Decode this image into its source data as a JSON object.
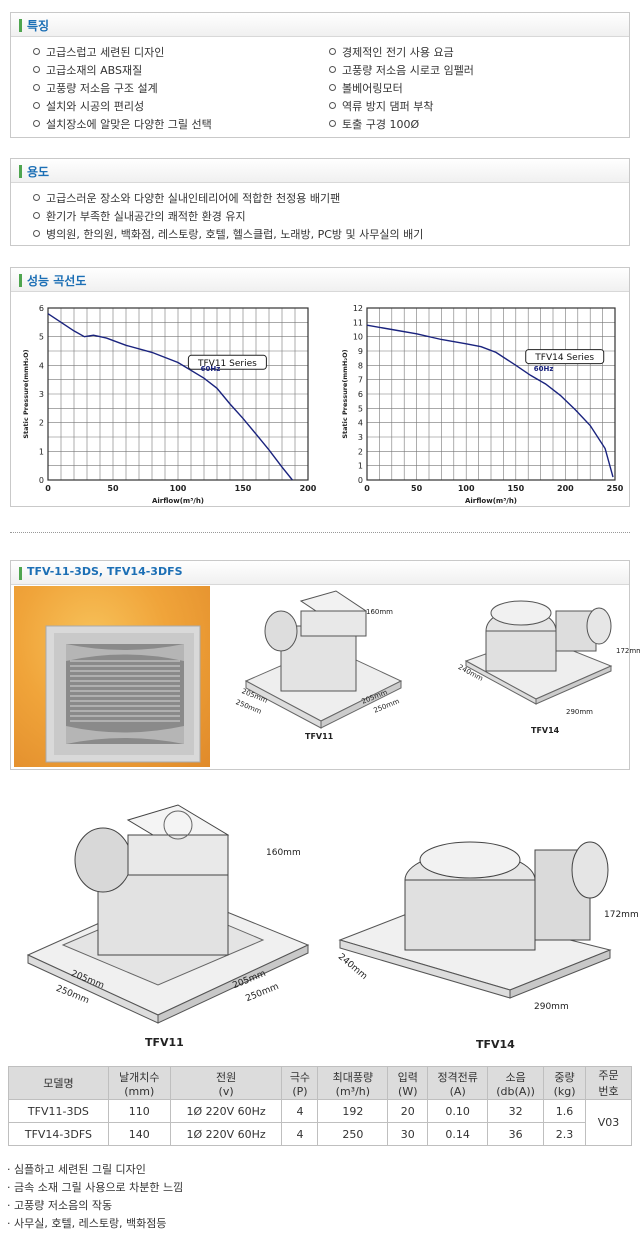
{
  "features": {
    "title": "특징",
    "left": [
      "고급스럽고 세련된 디자인",
      "고급소재의 ABS재질",
      "고풍량 저소음 구조 설계",
      "설치와 시공의 편리성",
      "설치장소에 알맞은 다양한 그릴 선택"
    ],
    "right": [
      "경제적인 전기 사용 요금",
      "고풍량 저소음 시로코 임펠러",
      "볼베어링모터",
      "역류 방지 댐퍼 부착",
      "토출 구경 100Ø"
    ]
  },
  "usage": {
    "title": "용도",
    "items": [
      "고급스러운 장소와 다양한 실내인테리어에 적합한 천정용 배기팬",
      "환기가 부족한 실내공간의 쾌적한 환경 유지",
      "병의원, 한의원, 백화점, 레스토랑, 호텔, 헬스클럽, 노래방, PC방 및 사무실의 배기"
    ]
  },
  "performance": {
    "title": "성능 곡선도",
    "charts": [
      {
        "series_label": "TFV11 Series",
        "freq_label": "60Hz",
        "ylabel": "Static Pressure(mmH₂O)",
        "xlabel": "Airflow(m³/h)",
        "xticks": [
          "0",
          "50",
          "100",
          "150",
          "200"
        ],
        "yticks": [
          "0",
          "1",
          "2",
          "3",
          "4",
          "5",
          "6"
        ]
      },
      {
        "series_label": "TFV14 Series",
        "freq_label": "60Hz",
        "ylabel": "Static Pressure(mmH₂O)",
        "xlabel": "Airflow(m³/h)",
        "xticks": [
          "0",
          "50",
          "100",
          "150",
          "200",
          "250"
        ],
        "yticks": [
          "0",
          "1",
          "2",
          "3",
          "4",
          "5",
          "6",
          "7",
          "8",
          "9",
          "10",
          "11",
          "12"
        ]
      }
    ]
  },
  "chart_data": [
    {
      "type": "line",
      "title": "",
      "xlabel": "Airflow(m³/h)",
      "ylabel": "Static Pressure(mmH₂O)",
      "xlim": [
        0,
        200
      ],
      "ylim": [
        0,
        6
      ],
      "grid": true,
      "series": [
        {
          "name": "60Hz",
          "x": [
            0,
            10,
            20,
            28,
            35,
            45,
            60,
            80,
            100,
            120,
            130,
            140,
            150,
            160,
            170,
            180,
            188
          ],
          "y": [
            5.8,
            5.5,
            5.2,
            5.0,
            5.05,
            4.95,
            4.7,
            4.45,
            4.1,
            3.55,
            3.2,
            2.65,
            2.15,
            1.6,
            1.05,
            0.45,
            0.0
          ]
        }
      ]
    },
    {
      "type": "line",
      "title": "",
      "xlabel": "Airflow(m³/h)",
      "ylabel": "Static Pressure(mmH₂O)",
      "xlim": [
        0,
        250
      ],
      "ylim": [
        0,
        12
      ],
      "grid": true,
      "series": [
        {
          "name": "60Hz",
          "x": [
            0,
            25,
            50,
            75,
            100,
            115,
            130,
            150,
            165,
            180,
            195,
            210,
            225,
            240,
            248
          ],
          "y": [
            10.8,
            10.5,
            10.2,
            9.8,
            9.5,
            9.3,
            8.9,
            8.0,
            7.3,
            6.7,
            5.9,
            4.9,
            3.8,
            2.2,
            0.2
          ]
        }
      ]
    }
  ],
  "product": {
    "title": "TFV-11-3DS, TFV14-3DFS",
    "small": {
      "h1": "160mm",
      "w1a": "205mm",
      "w1b": "250mm",
      "w1c": "205mm",
      "w1d": "250mm",
      "name1": "TFV11",
      "h2": "172mm",
      "w2a": "240mm",
      "w2b": "290mm",
      "name2": "TFV14"
    },
    "large": {
      "h1": "160mm",
      "w1a": "205mm",
      "w1b": "250mm",
      "w1c": "205mm",
      "w1d": "250mm",
      "name1": "TFV11",
      "h2": "172mm",
      "w2a": "240mm",
      "w2b": "290mm",
      "name2": "TFV14"
    }
  },
  "spec": {
    "headers": [
      [
        "모델명",
        ""
      ],
      [
        "날개치수",
        "(mm)"
      ],
      [
        "전원",
        "(v)"
      ],
      [
        "극수",
        "(P)"
      ],
      [
        "최대풍량",
        "(m³/h)"
      ],
      [
        "입력",
        "(W)"
      ],
      [
        "정격전류",
        "(A)"
      ],
      [
        "소음",
        "(db(A))"
      ],
      [
        "중량",
        "(kg)"
      ],
      [
        "주문",
        "번호"
      ]
    ],
    "rows": [
      [
        "TFV11-3DS",
        "110",
        "1Ø 220V 60Hz",
        "4",
        "192",
        "20",
        "0.10",
        "32",
        "1.6"
      ],
      [
        "TFV14-3DFS",
        "140",
        "1Ø 220V 60Hz",
        "4",
        "250",
        "30",
        "0.14",
        "36",
        "2.3"
      ]
    ],
    "order_no": "V03"
  },
  "notes": [
    "· 심플하고 세련된 그릴 디자인",
    "· 금속 소재 그릴 사용으로 차분한 느낌",
    "· 고풍량 저소음의 작동",
    "· 사무실, 호텔, 레스토랑, 백화점등"
  ]
}
